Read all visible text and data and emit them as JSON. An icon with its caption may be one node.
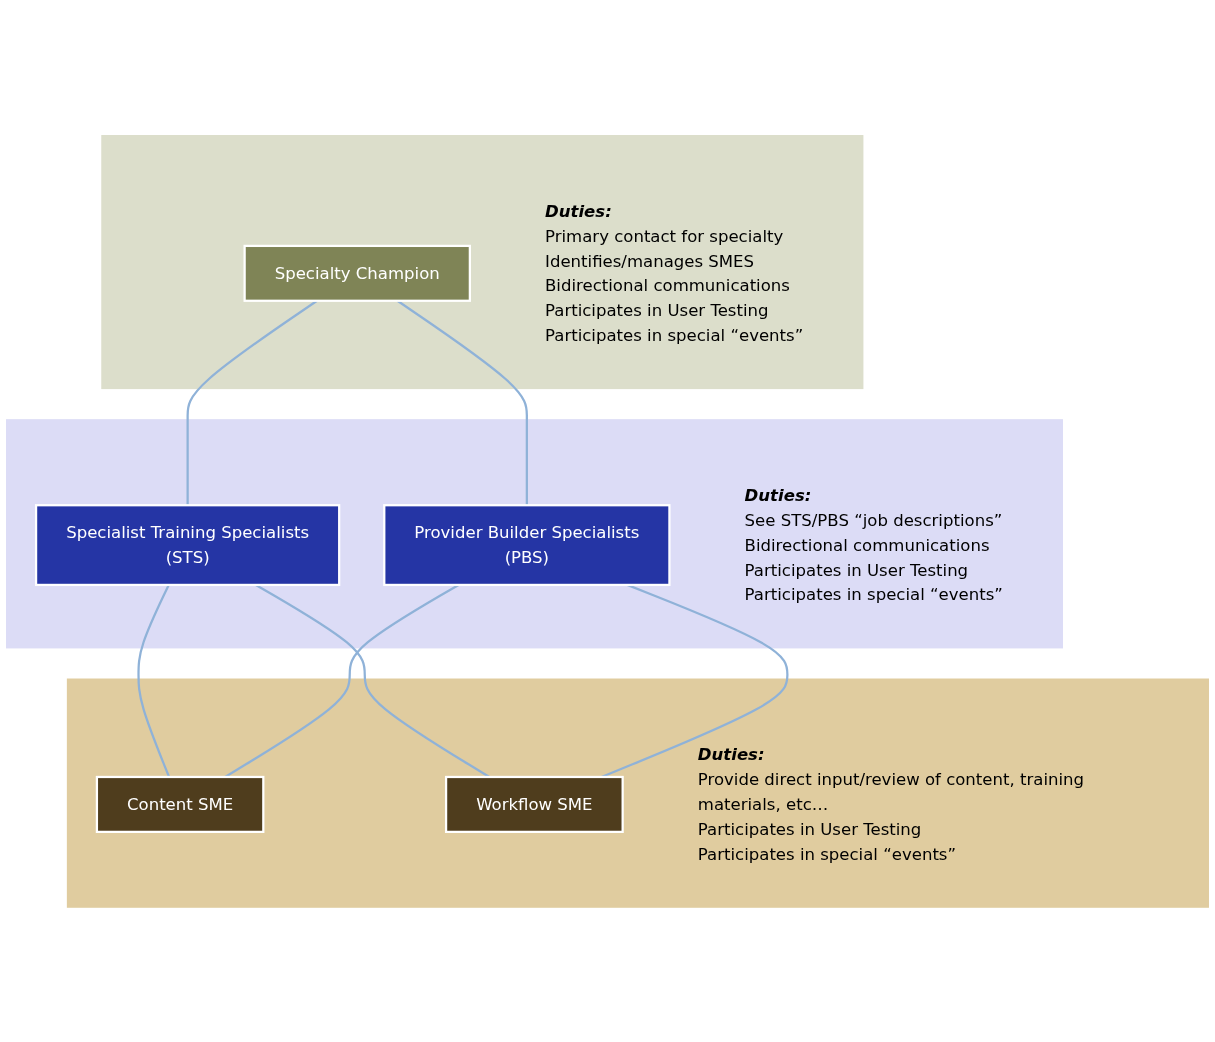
{
  "diagram": {
    "nodes": [
      {
        "text": [
          "Duties:",
          "Primary contact for specialty",
          "Identifies/manages SMES",
          "Bidirectional communications",
          "Participates in User Testing",
          "Participates in special “events”"
        ]
      },
      {
        "text": [
          "Specialty Champion"
        ],
        "in": 0
      },
      {
        "text": [
          "Duties:",
          "See STS/PBS “job descriptions”",
          "Bidirectional communications",
          "Participates in User Testing",
          "Participates in special “events”"
        ]
      },
      {
        "text": [
          "Specialist Training Specialists",
          "(STS)"
        ],
        "in": 2
      },
      {
        "text": [
          "Provider Builder Specialists",
          "(PBS)"
        ],
        "in": 2
      },
      {
        "text": [
          "Duties:",
          "Provide direct input/review of content, training materials, etc…",
          "Participates in User Testing",
          "Participates in special “events”"
        ]
      },
      {
        "text": [
          "Content SME"
        ],
        "in": 5
      },
      {
        "text": [
          "Workflow SME"
        ],
        "in": 5
      }
    ],
    "edges": [
      {
        "from": 1,
        "to": 3,
        "arrow": "none"
      },
      {
        "from": 1,
        "to": 4,
        "arrow": "none"
      },
      {
        "from": 3,
        "to": 6,
        "arrow": "none"
      },
      {
        "from": 3,
        "to": 7,
        "arrow": "none"
      },
      {
        "from": 4,
        "to": 6,
        "arrow": "none"
      },
      {
        "from": 4,
        "to": 7,
        "arrow": "none"
      }
    ]
  }
}
